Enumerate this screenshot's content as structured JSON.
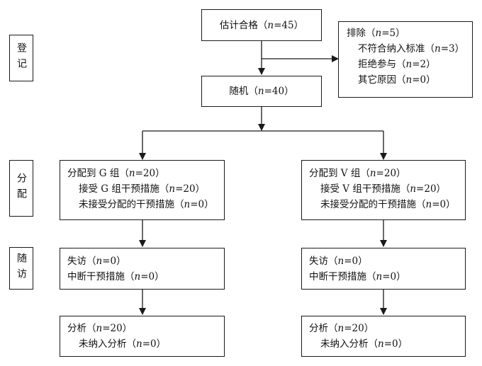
{
  "stages": {
    "enrollment": "登记",
    "allocation": "分配",
    "followup": "随访"
  },
  "assessed": {
    "prefix": "估计合格（",
    "n": "n",
    "suffix": "=45）"
  },
  "excluded": {
    "title_prefix": "排除（",
    "title_n": "n",
    "title_suffix": "=5）",
    "reasons": [
      {
        "prefix": "不符合纳入标准（",
        "n": "n",
        "suffix": "=3）"
      },
      {
        "prefix": "拒绝参与（",
        "n": "n",
        "suffix": "=2）"
      },
      {
        "prefix": "其它原因（",
        "n": "n",
        "suffix": "=0）"
      }
    ]
  },
  "randomized": {
    "prefix": "随机（",
    "n": "n",
    "suffix": "=40）"
  },
  "left": {
    "allocation": [
      {
        "prefix": "分配到 G 组（",
        "n": "n",
        "suffix": "=20）"
      },
      {
        "prefix": "接受 G 组干预措施（",
        "n": "n",
        "suffix": "=20）"
      },
      {
        "prefix": "未接受分配的干预措施（",
        "n": "n",
        "suffix": "=0）"
      }
    ],
    "followup": [
      {
        "prefix": "失访（",
        "n": "n",
        "suffix": "=0）"
      },
      {
        "prefix": "中断干预措施（",
        "n": "n",
        "suffix": "=0）"
      }
    ],
    "analysis": [
      {
        "prefix": "分析（",
        "n": "n",
        "suffix": "=20）"
      },
      {
        "prefix": "未纳入分析（",
        "n": "n",
        "suffix": "=0）"
      }
    ]
  },
  "right": {
    "allocation": [
      {
        "prefix": "分配到 V 组（",
        "n": "n",
        "suffix": "=20）"
      },
      {
        "prefix": "接受 V 组干预措施（",
        "n": "n",
        "suffix": "=20）"
      },
      {
        "prefix": "未接受分配的干预措施（",
        "n": "n",
        "suffix": "=0）"
      }
    ],
    "followup": [
      {
        "prefix": "失访（",
        "n": "n",
        "suffix": "=0）"
      },
      {
        "prefix": "中断干预措施（",
        "n": "n",
        "suffix": "=0）"
      }
    ],
    "analysis": [
      {
        "prefix": "分析（",
        "n": "n",
        "suffix": "=20）"
      },
      {
        "prefix": "未纳入分析（",
        "n": "n",
        "suffix": "=0）"
      }
    ]
  }
}
